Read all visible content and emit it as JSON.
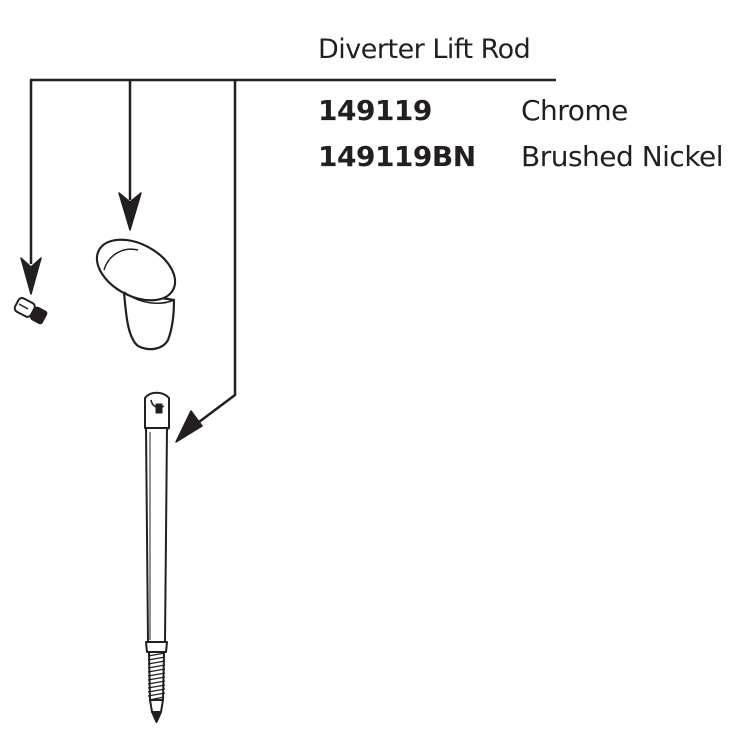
{
  "title": "Diverter Lift Rod",
  "parts": [
    {
      "number": "149119",
      "finish": "Chrome"
    },
    {
      "number": "149119BN",
      "finish": "Brushed Nickel"
    }
  ],
  "colors": {
    "ink": "#231f20",
    "background": "#ffffff"
  }
}
